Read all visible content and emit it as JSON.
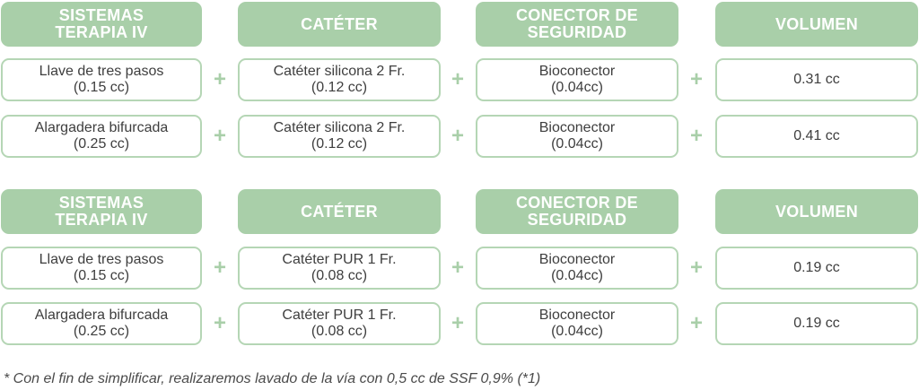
{
  "tables": [
    {
      "headers": [
        [
          "SISTEMAS",
          "TERAPIA IV"
        ],
        [
          "CATÉTER"
        ],
        [
          "CONECTOR DE",
          "SEGURIDAD"
        ],
        [
          "VOLUMEN"
        ]
      ],
      "rows": [
        {
          "iv": [
            "Llave de tres pasos",
            "(0.15 cc)"
          ],
          "cat": [
            "Catéter silicona 2 Fr.",
            "(0.12 cc)"
          ],
          "con": [
            "Bioconector",
            "(0.04cc)"
          ],
          "vol": "0.31 cc"
        },
        {
          "iv": [
            "Alargadera bifurcada",
            "(0.25 cc)"
          ],
          "cat": [
            "Catéter silicona 2 Fr.",
            "(0.12 cc)"
          ],
          "con": [
            "Bioconector",
            "(0.04cc)"
          ],
          "vol": "0.41 cc"
        }
      ]
    },
    {
      "headers": [
        [
          "SISTEMAS",
          "TERAPIA IV"
        ],
        [
          "CATÉTER"
        ],
        [
          "CONECTOR DE",
          "SEGURIDAD"
        ],
        [
          "VOLUMEN"
        ]
      ],
      "rows": [
        {
          "iv": [
            "Llave de tres pasos",
            "(0.15 cc)"
          ],
          "cat": [
            "Catéter PUR 1 Fr.",
            "(0.08 cc)"
          ],
          "con": [
            "Bioconector",
            "(0.04cc)"
          ],
          "vol": "0.19 cc"
        },
        {
          "iv": [
            "Alargadera bifurcada",
            "(0.25 cc)"
          ],
          "cat": [
            "Catéter PUR 1 Fr.",
            "(0.08 cc)"
          ],
          "con": [
            "Bioconector",
            "(0.04cc)"
          ],
          "vol": "0.19 cc"
        }
      ]
    }
  ],
  "plus_sign": "+",
  "footnote": "* Con el fin de simplificar, realizaremos lavado de la vía con 0,5 cc de SSF 0,9% (*1)",
  "colors": {
    "header_bg": "#a9cfa9",
    "box_border": "#b5d6b5",
    "plus": "#a9cfa9"
  }
}
